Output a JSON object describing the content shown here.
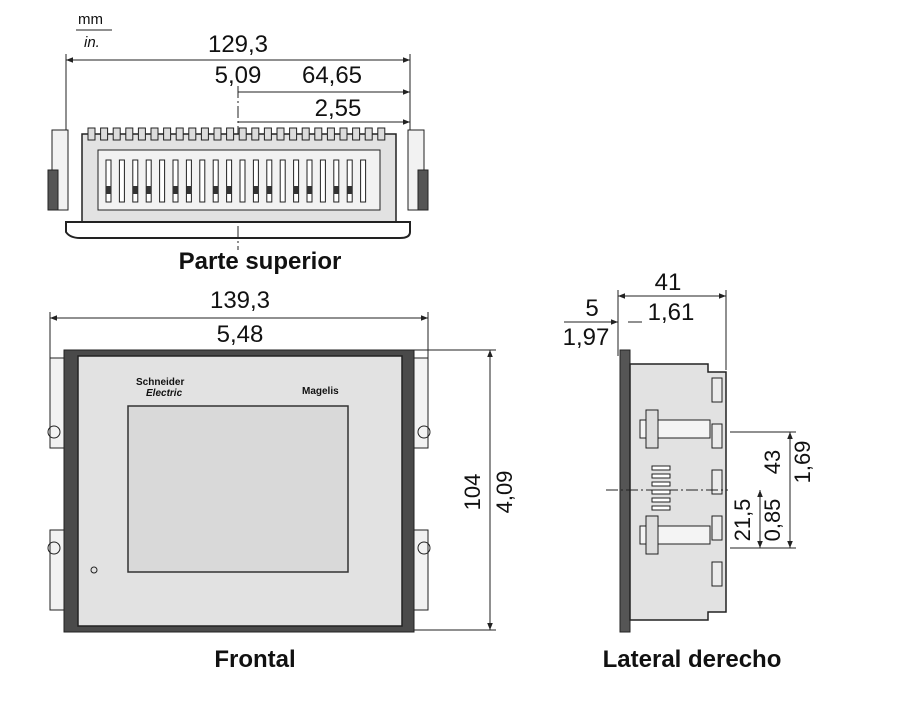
{
  "units": {
    "metric": "mm",
    "imperial": "in."
  },
  "top_view": {
    "caption": "Parte superior",
    "dims": {
      "width_mm": "129,3",
      "offset_in": "5,09",
      "half_mm": "64,65",
      "half_in": "2,55"
    }
  },
  "front_view": {
    "caption": "Frontal",
    "dims": {
      "width_mm": "139,3",
      "width_in": "5,48",
      "height_mm": "104",
      "height_in": "4,09"
    },
    "labels": {
      "brand_line1": "Schneider",
      "brand_line2": "Electric",
      "product": "Magelis"
    }
  },
  "side_view": {
    "caption": "Lateral  derecho",
    "dims": {
      "depth_mm": "41",
      "depth_in": "1,61",
      "bezel_mm": "5",
      "bezel_in": "1,97",
      "v_mm": "43",
      "v_in": "1,69",
      "v2_mm": "21,5",
      "v2_in": "0,85"
    }
  },
  "colors": {
    "line": "#222222",
    "body": "#e2e2e2",
    "screen": "#d9d9d9"
  }
}
